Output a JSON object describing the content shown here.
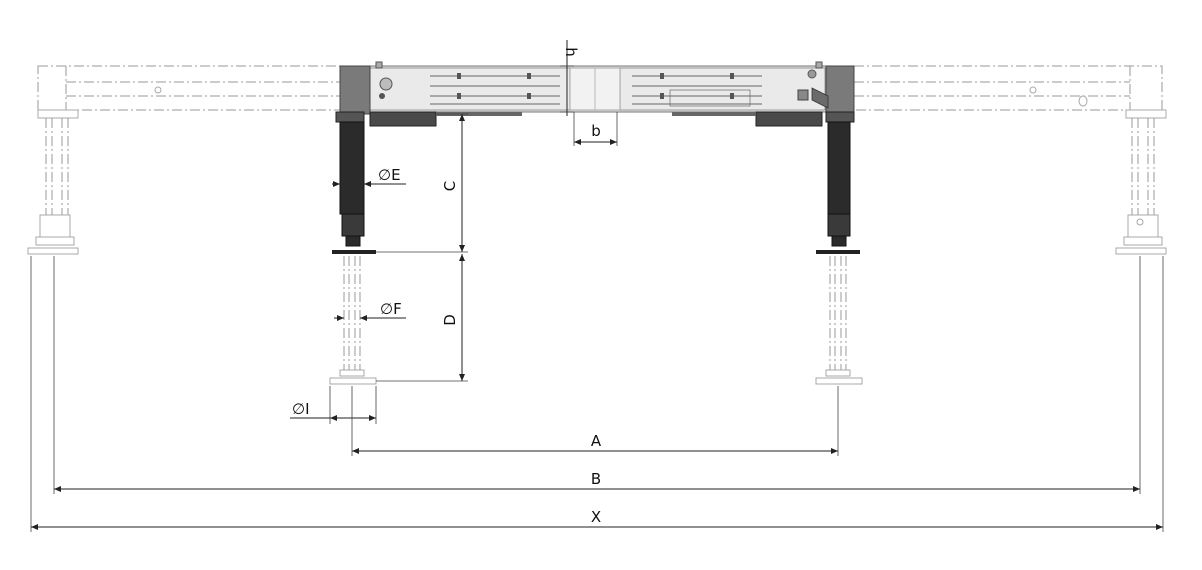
{
  "dimensions": {
    "h": "h",
    "b": "b",
    "C": "C",
    "D": "D",
    "E": "E",
    "F": "F",
    "I": "I",
    "A": "A",
    "B": "B",
    "X": "X"
  },
  "symbols": {
    "diameter": "∅"
  },
  "colors": {
    "frame": "#8c8c8c",
    "frame_light": "#d4d4d4",
    "leg_dark": "#2b2b2b",
    "ghost": "#9a9a9a",
    "dimension": "#222222"
  }
}
